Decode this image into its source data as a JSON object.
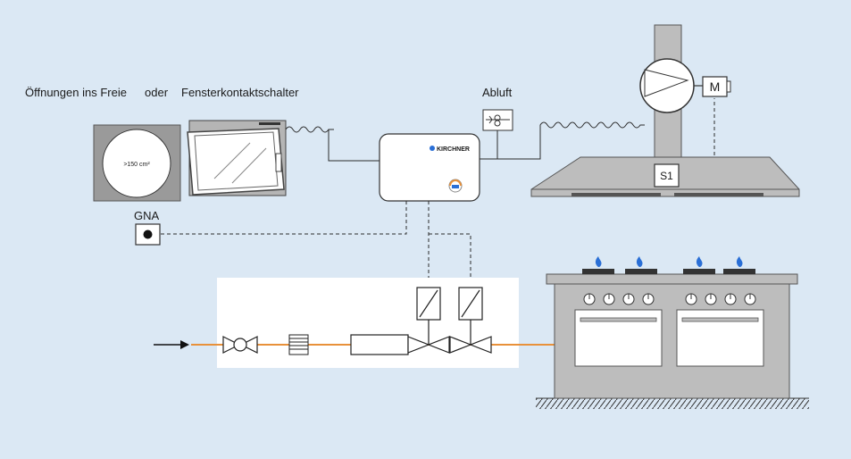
{
  "labels": {
    "openings": "Öffnungen ins Freie",
    "or": "oder",
    "window_switch": "Fensterkontaktschalter",
    "opening_size": ">150 cm²",
    "exhaust": "Abluft",
    "gna": "GNA",
    "motor": "M",
    "sensor": "S1",
    "brand": "KIRCHNER"
  },
  "colors": {
    "background": "#dbe8f4",
    "gas_line": "#e8913a",
    "flame": "#2a6fd6",
    "stroke": "#2b2b2b",
    "steel": "#bdbdbd"
  }
}
